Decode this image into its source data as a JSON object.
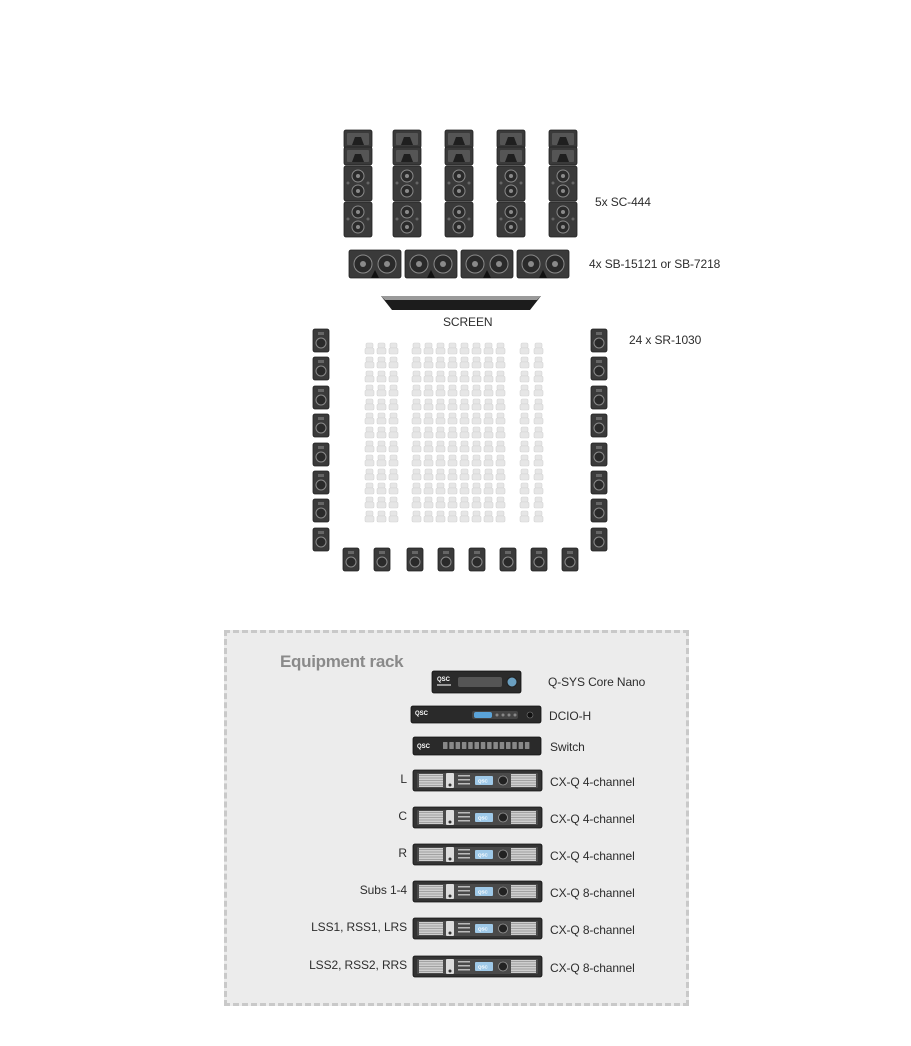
{
  "speakers": {
    "screen_channels_label": "5x SC-444",
    "subwoofers_label": "4x SB-15121 or SB-7218",
    "surrounds_label": "24 x SR-1030"
  },
  "screen": {
    "label": "SCREEN"
  },
  "rack": {
    "title": "Equipment rack",
    "devices": [
      {
        "model": "Q-SYS Core Nano",
        "channel": "",
        "badge": "QSC"
      },
      {
        "model": "DCIO-H",
        "channel": "",
        "badge": "QSC"
      },
      {
        "model": "Switch",
        "channel": "",
        "badge": "QSC"
      },
      {
        "model": "CX-Q 4-channel",
        "channel": "L",
        "badge": "QSC"
      },
      {
        "model": "CX-Q 4-channel",
        "channel": "C",
        "badge": "QSC"
      },
      {
        "model": "CX-Q 4-channel",
        "channel": "R",
        "badge": "QSC"
      },
      {
        "model": "CX-Q 8-channel",
        "channel": "Subs 1-4",
        "badge": "QSC"
      },
      {
        "model": "CX-Q 8-channel",
        "channel": "LSS1, RSS1, LRS",
        "badge": "QSC"
      },
      {
        "model": "CX-Q 8-channel",
        "channel": "LSS2, RSS2, RRS",
        "badge": "QSC"
      }
    ]
  },
  "colors": {
    "speaker_body": "#3a3a3a",
    "speaker_dark": "#1f1f1f",
    "speaker_light": "#8a8a8a",
    "seat": "#e6e6e6",
    "rack_bg": "#ececec",
    "rack_border": "#c9c9c9",
    "amp_accent": "#9fc9e8"
  }
}
